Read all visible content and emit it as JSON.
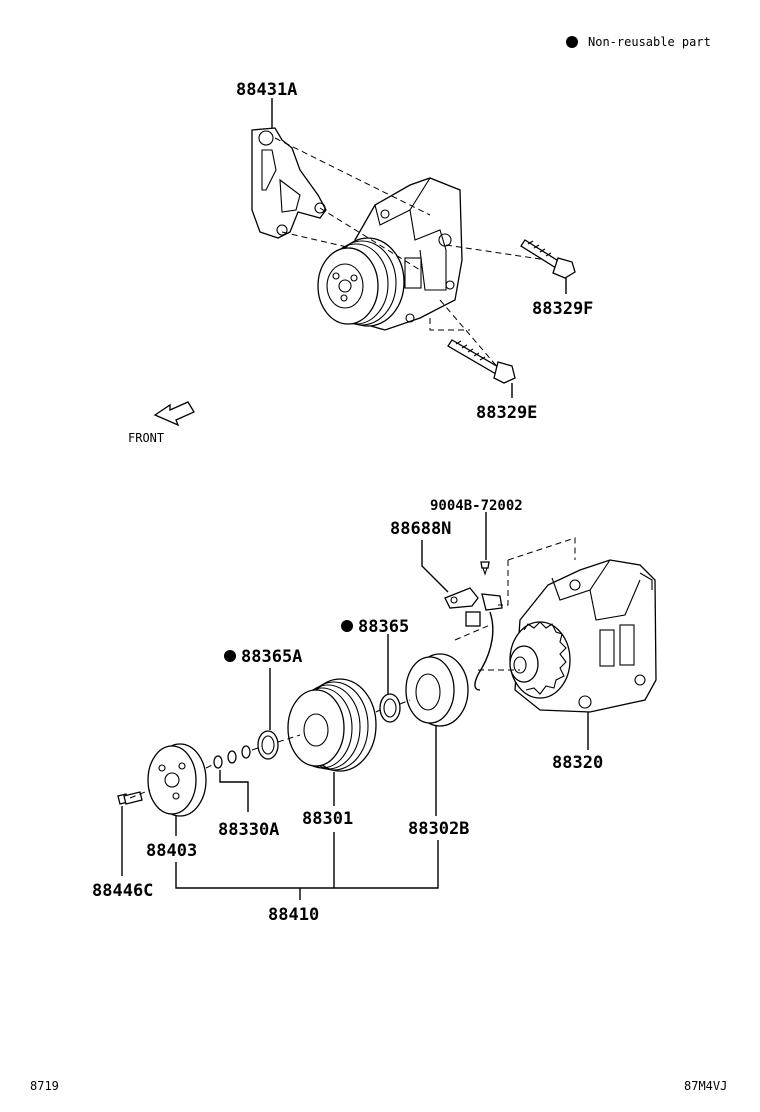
{
  "legend": {
    "symbol": "●",
    "text": "Non-reusable part"
  },
  "front_label": "FRONT",
  "labels": {
    "p88431A": "88431A",
    "p88329F": "88329F",
    "p88329E": "88329E",
    "p9004B": "9004B-72002",
    "p88688N": "88688N",
    "p88365": "88365",
    "p88365A": "88365A",
    "p88320": "88320",
    "p88301": "88301",
    "p88302B": "88302B",
    "p88330A": "88330A",
    "p88403": "88403",
    "p88446C": "88446C",
    "p88410": "88410"
  },
  "footer": {
    "left": "8719",
    "right": "87M4VJ"
  }
}
